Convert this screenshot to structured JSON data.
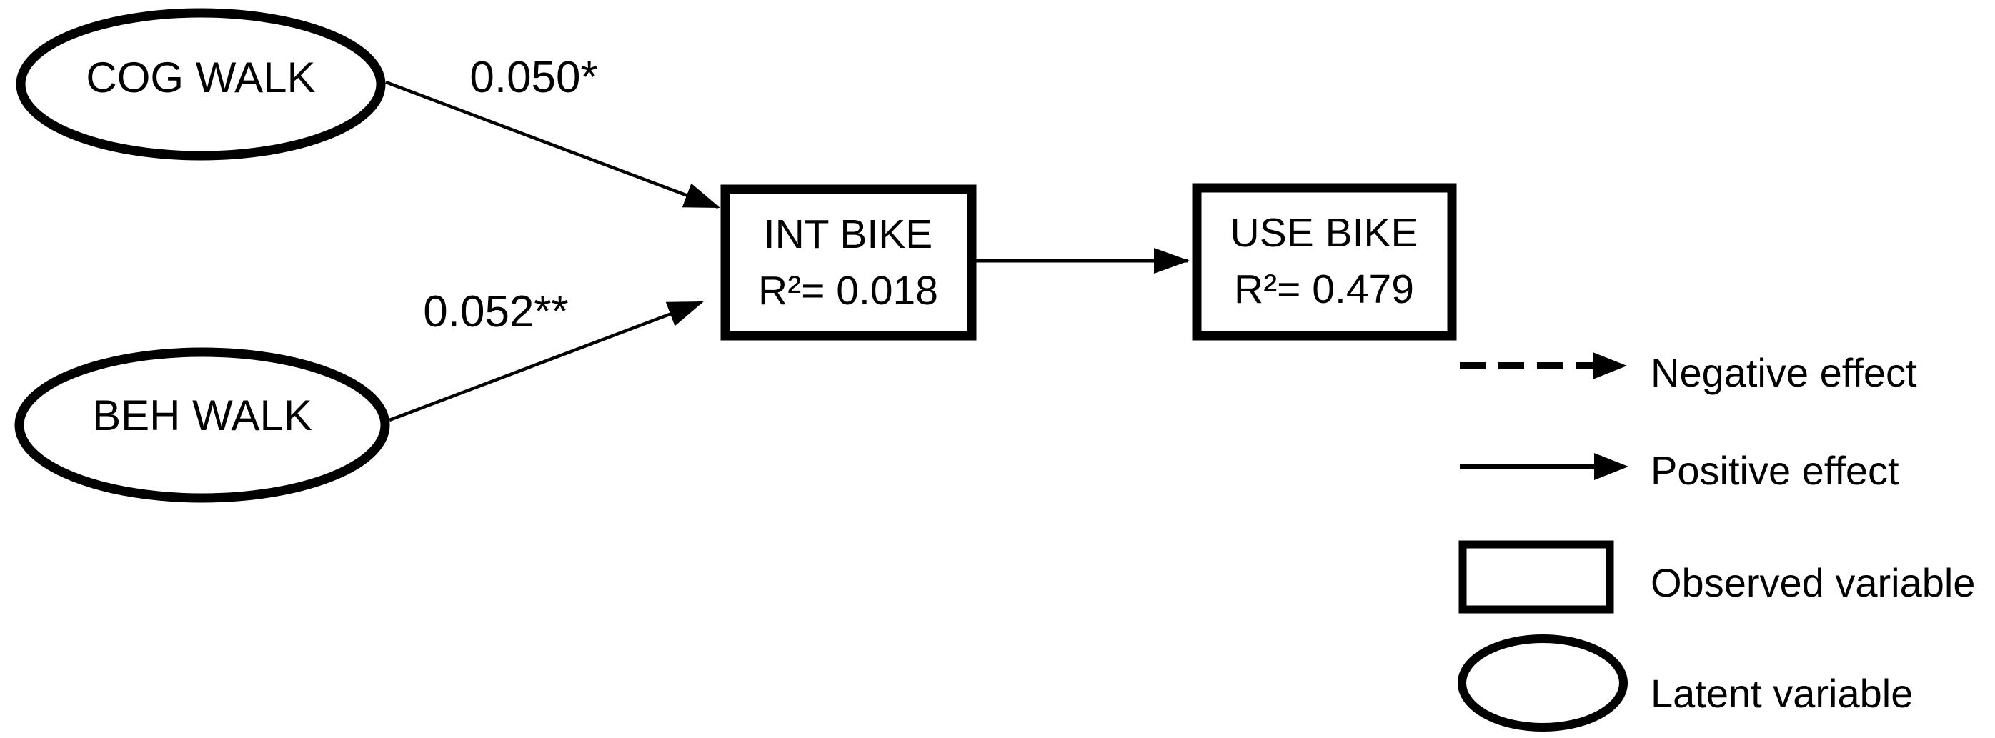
{
  "colors": {
    "ink": "#000000",
    "background": "#ffffff"
  },
  "nodes": {
    "cog_walk": {
      "label": "COG WALK",
      "shape": "ellipse",
      "role": "latent"
    },
    "beh_walk": {
      "label": "BEH WALK",
      "shape": "ellipse",
      "role": "latent"
    },
    "int_bike": {
      "label": "INT BIKE",
      "r2": "R²= 0.018",
      "shape": "rectangle",
      "role": "observed"
    },
    "use_bike": {
      "label": "USE BIKE",
      "r2": "R²= 0.479",
      "shape": "rectangle",
      "role": "observed"
    }
  },
  "paths": [
    {
      "from": "COG WALK",
      "to": "INT BIKE",
      "coefficient": "0.050*",
      "style": "solid",
      "effect": "positive"
    },
    {
      "from": "BEH WALK",
      "to": "INT BIKE",
      "coefficient": "0.052**",
      "style": "solid",
      "effect": "positive"
    },
    {
      "from": "INT BIKE",
      "to": "USE BIKE",
      "coefficient": "",
      "style": "solid",
      "effect": "positive"
    }
  ],
  "legend": {
    "items": [
      {
        "symbol": "dashed-arrow",
        "label": "Negative effect"
      },
      {
        "symbol": "solid-arrow",
        "label": "Positive effect"
      },
      {
        "symbol": "rectangle",
        "label": "Observed variable"
      },
      {
        "symbol": "ellipse",
        "label": "Latent variable"
      }
    ]
  }
}
